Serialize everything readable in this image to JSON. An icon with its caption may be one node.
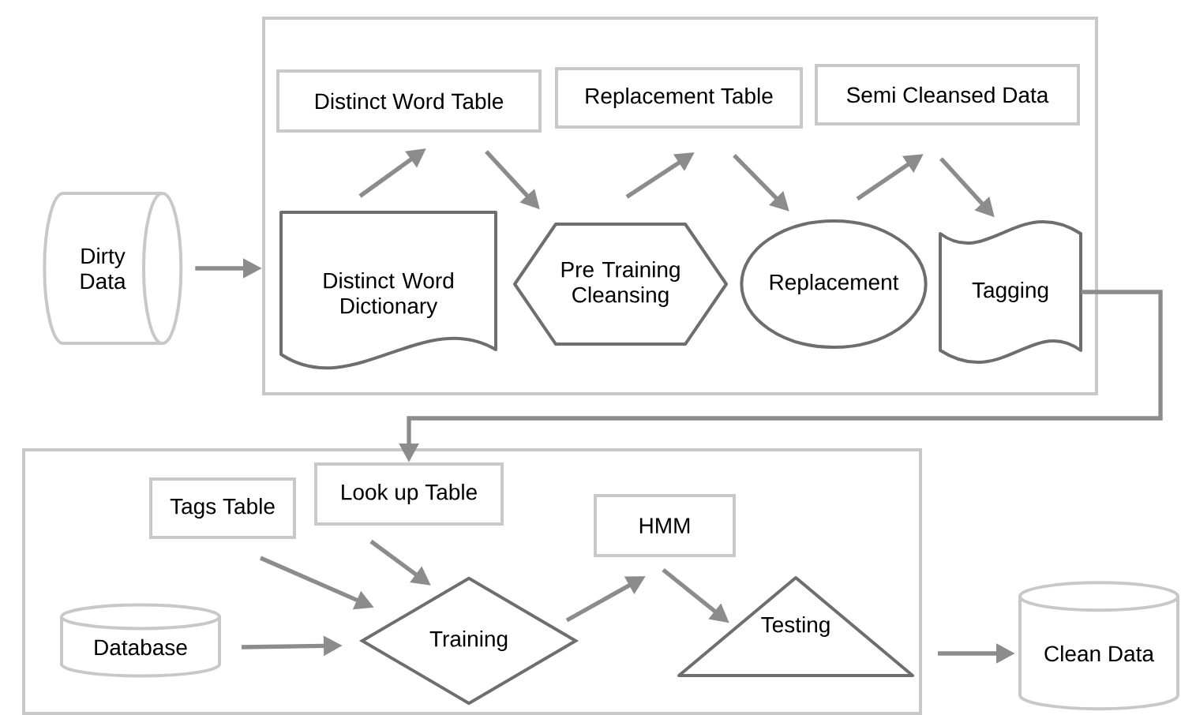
{
  "diagram": {
    "nodes": [
      {
        "text": [],
        "shape": "box"
      },
      {
        "text": [
          "Dirty Data"
        ]
      },
      {
        "text": [
          "Distinct Word Table"
        ],
        "in": 0
      },
      {
        "text": [
          "Replacement Table"
        ],
        "in": 0
      },
      {
        "text": [
          "Semi Cleansed Data"
        ],
        "in": 0
      },
      {
        "text": [
          "Distinct Word Dictionary"
        ],
        "in": 0
      },
      {
        "text": [
          "Pre Training Cleansing"
        ],
        "in": 0
      },
      {
        "text": [
          "Replacement"
        ],
        "in": 0
      },
      {
        "text": [
          "Tagging"
        ],
        "in": 0
      },
      {
        "text": [],
        "shape": "box"
      },
      {
        "text": [
          "Tags Table"
        ],
        "in": 9
      },
      {
        "text": [
          "Look up Table"
        ],
        "in": 9
      },
      {
        "text": [
          "HMM"
        ],
        "in": 9
      },
      {
        "text": [
          "Database"
        ],
        "in": 9
      },
      {
        "text": [
          "Training"
        ],
        "in": 9
      },
      {
        "text": [
          "Testing"
        ],
        "in": 9
      },
      {
        "text": [
          "Clean Data"
        ]
      }
    ],
    "edges": [
      {
        "from": 1,
        "to": 0,
        "arrow": "to"
      },
      {
        "from": 5,
        "to": 2,
        "arrow": "to"
      },
      {
        "from": 2,
        "to": 6,
        "arrow": "to"
      },
      {
        "from": 6,
        "to": 3,
        "arrow": "to"
      },
      {
        "from": 3,
        "to": 7,
        "arrow": "to"
      },
      {
        "from": 7,
        "to": 4,
        "arrow": "to"
      },
      {
        "from": 4,
        "to": 8,
        "arrow": "to"
      },
      {
        "from": 8,
        "to": 11,
        "arrow": "to"
      },
      {
        "from": 10,
        "to": 14,
        "arrow": "to"
      },
      {
        "from": 11,
        "to": 14,
        "arrow": "to"
      },
      {
        "from": 13,
        "to": 14,
        "arrow": "to"
      },
      {
        "from": 14,
        "to": 12,
        "arrow": "to"
      },
      {
        "from": 12,
        "to": 15,
        "arrow": "to"
      },
      {
        "from": 9,
        "to": 16,
        "arrow": "to"
      }
    ]
  }
}
